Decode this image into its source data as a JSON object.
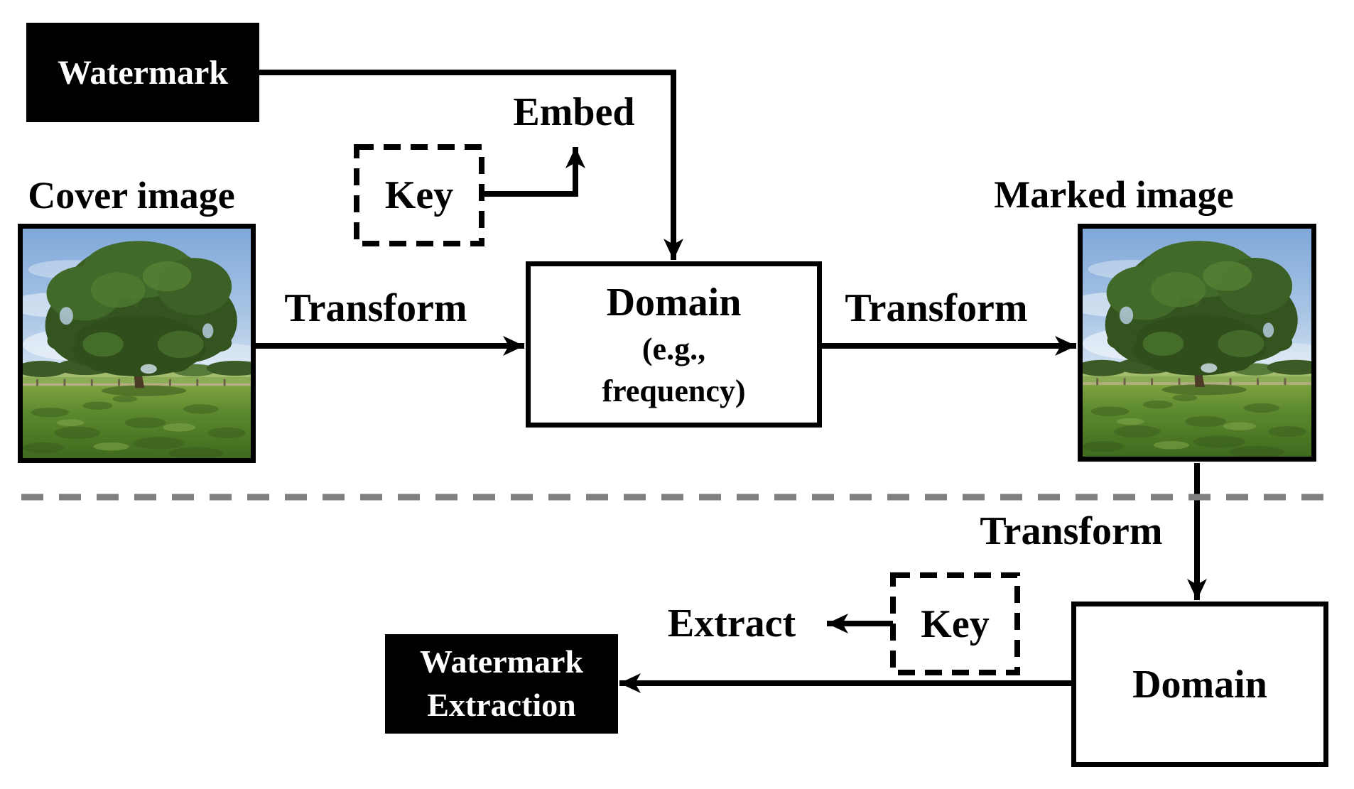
{
  "title": "Watermark embedding and extraction in a transform domain",
  "colors": {
    "background": "#ffffff",
    "line": "#000000",
    "box_bg": "#000000",
    "box_text": "#ffffff",
    "divider": "#7f7f7f"
  },
  "embedding": {
    "watermark_box": "Watermark",
    "cover_image_label": "Cover image",
    "key_box": "Key",
    "embed_label": "Embed",
    "transform_in_label": "Transform",
    "domain_box": {
      "line1": "Domain",
      "line2": "(e.g.,",
      "line3": "frequency)"
    },
    "transform_out_label": "Transform",
    "marked_image_label": "Marked image"
  },
  "extraction": {
    "transform_label": "Transform",
    "key_box": "Key",
    "extract_label": "Extract",
    "domain_box": "Domain",
    "watermark_extraction_box": {
      "line1": "Watermark",
      "line2": "Extraction"
    }
  }
}
